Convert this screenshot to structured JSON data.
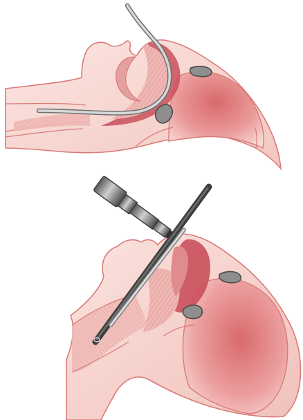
{
  "figures": [
    {
      "id": "top",
      "subject": "head-profile-supine",
      "instrument": "flexible-tube",
      "instrument_path": "oral-to-trachea"
    },
    {
      "id": "bottom",
      "subject": "head-profile-extended",
      "instrument": "rigid-laryngoscope-with-stylet",
      "instrument_path": "oral-to-trachea"
    }
  ],
  "colors": {
    "skin_fill": "#f6d2cc",
    "skin_fill_light": "#fbe5e1",
    "outline": "#d97a78",
    "tissue_dark": "#c9505c",
    "tissue_mid": "#dd8a8c",
    "hatch": "#e39a98",
    "bone_gray": "#9a9a9a",
    "bone_dark": "#4a4a4a",
    "tube_light": "#d5d5d5",
    "tube_dark": "#7a7a7a",
    "scope_dark": "#3d3d3d",
    "scope_mid": "#8c8c8c",
    "background": "#ffffff"
  }
}
